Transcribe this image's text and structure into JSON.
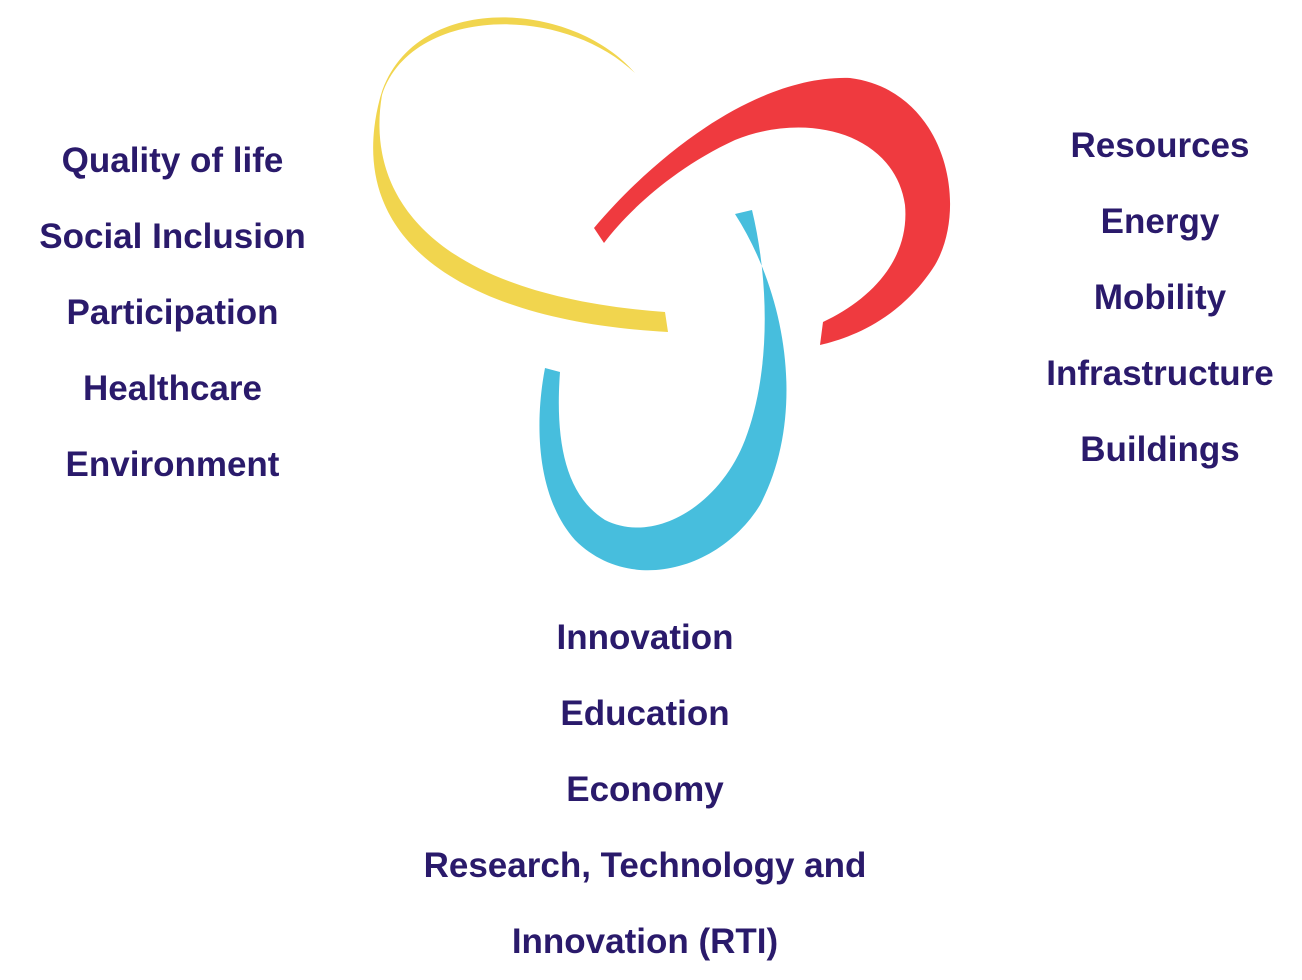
{
  "diagram": {
    "colors": {
      "text": "#2a1a6b",
      "arc_yellow": "#f1d54e",
      "arc_red": "#ef3a3f",
      "arc_blue": "#47bedd"
    },
    "left_items": [
      "Quality of life",
      "Social Inclusion",
      "Participation",
      "Healthcare",
      "Environment"
    ],
    "right_items": [
      "Resources",
      "Energy",
      "Mobility",
      "Infrastructure",
      "Buildings"
    ],
    "bottom_items": [
      "Innovation",
      "Education",
      "Economy",
      "Research, Technology and",
      "Innovation (RTI)"
    ]
  }
}
